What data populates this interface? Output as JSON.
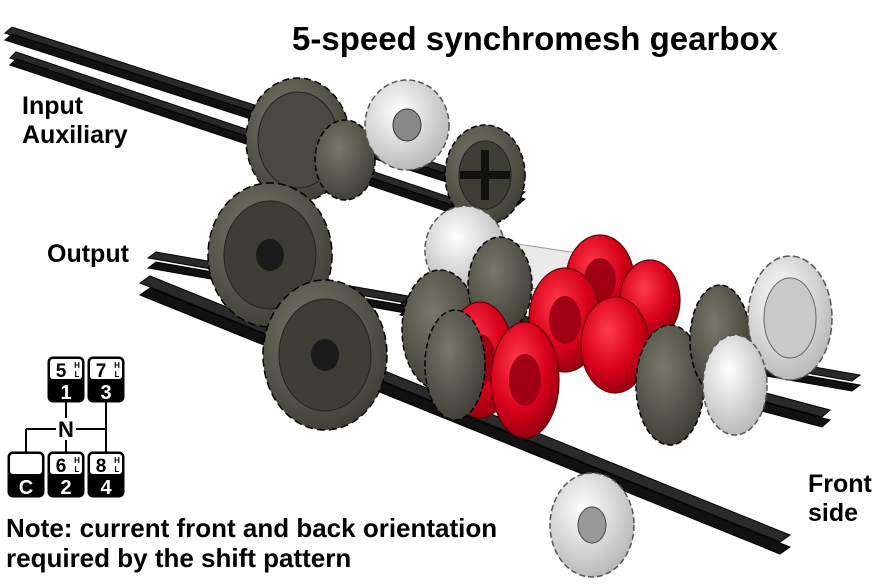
{
  "title": "5-speed synchromesh gearbox",
  "labels": {
    "input_line1": "Input",
    "input_line2": "Auxiliary",
    "output": "Output",
    "front_line1": "Front",
    "front_line2": "side"
  },
  "shift_pattern": {
    "neutral": "N",
    "hi": "H",
    "lo": "L",
    "slots": [
      {
        "top": "5",
        "bottom": "1"
      },
      {
        "top": "7",
        "bottom": "3"
      },
      {
        "top": "",
        "bottom": "C"
      },
      {
        "top": "6",
        "bottom": "2"
      },
      {
        "top": "8",
        "bottom": "4"
      }
    ]
  },
  "note": {
    "line1": "Note: current front and back orientation",
    "line2": "required by the shift pattern"
  },
  "colors": {
    "axle": "#1f1f1f",
    "dark_gear": "#5c5a4f",
    "light_gear": "#d9d9d9",
    "red_gear": "#d7001b"
  }
}
